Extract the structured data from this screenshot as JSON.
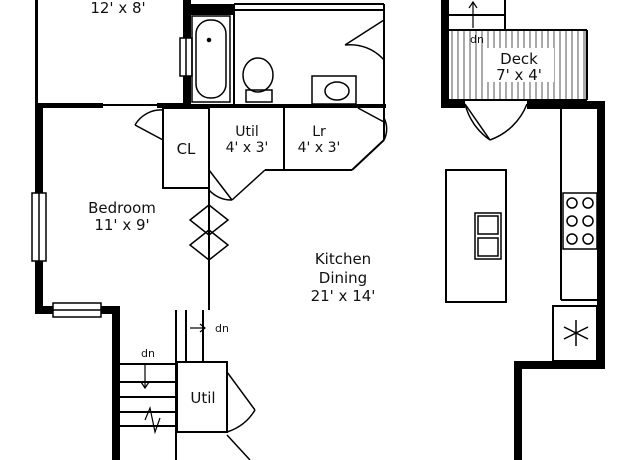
{
  "rooms": {
    "top_room_dims": "12' x 8'",
    "bedroom_name": "Bedroom",
    "bedroom_dims": "11' x 9'",
    "closet_name": "CL",
    "util_name": "Util",
    "util_dims": "4' x 3'",
    "laundry_name": "Lr",
    "laundry_dims": "4' x 3'",
    "deck_name": "Deck",
    "deck_dims": "7' x 4'",
    "kitchen_name_1": "Kitchen",
    "kitchen_name_2": "Dining",
    "kitchen_dims": "21' x 14'",
    "lower_util_name": "Util"
  },
  "stair_labels": {
    "deck_dn": "dn",
    "hall_dn": "dn",
    "stair_dn": "dn"
  },
  "colors": {
    "wall": "#000000",
    "line": "#222222",
    "background": "#ffffff"
  },
  "icons": [
    "toilet-icon",
    "bathtub-icon",
    "sink-icon",
    "stove-icon",
    "refrigerator-icon",
    "double-sink-icon"
  ]
}
